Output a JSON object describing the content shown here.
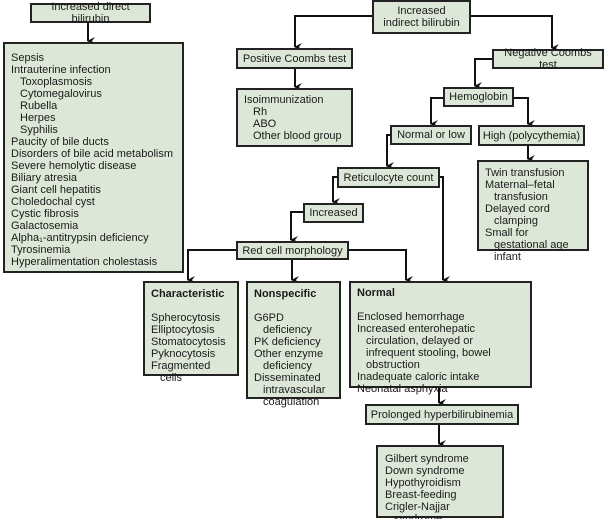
{
  "colors": {
    "box_fill": "#dde7d7",
    "border": "#222222"
  },
  "nodes": {
    "direct": "Increased direct bilirubin",
    "indirect": "Increased indirect bilirubin",
    "pos_coombs": "Positive Coombs test",
    "neg_coombs": "Negative Coombs test",
    "hemoglobin": "Hemoglobin",
    "normal_low": "Normal or low",
    "high": "High (polycythemia)",
    "retic": "Reticulocyte count",
    "increased": "Increased",
    "red_cell": "Red cell morphology",
    "prolonged": "Prolonged hyperbilirubinemia"
  },
  "lists": {
    "direct_causes": {
      "heading": "",
      "items": [
        {
          "text": "Sepsis"
        },
        {
          "text": "Intrauterine infection",
          "sub": [
            "Toxoplasmosis",
            "Cytomegalovirus",
            "Rubella",
            "Herpes",
            "Syphilis"
          ]
        },
        {
          "text": "Paucity of bile ducts"
        },
        {
          "text": "Disorders of bile acid metabolism"
        },
        {
          "text": "Severe hemolytic disease"
        },
        {
          "text": "Biliary atresia"
        },
        {
          "text": "Giant cell hepatitis"
        },
        {
          "text": "Choledochal cyst"
        },
        {
          "text": "Cystic fibrosis"
        },
        {
          "text": "Galactosemia"
        },
        {
          "text": "Alpha₁-antitrypsin deficiency"
        },
        {
          "text": "Tyrosinemia"
        },
        {
          "text": "Hyperalimentation cholestasis"
        }
      ]
    },
    "isoimmunization": {
      "heading": "",
      "items": [
        {
          "text": "Isoimmunization",
          "sub": [
            "Rh",
            "ABO",
            "Other blood group"
          ]
        }
      ]
    },
    "polycythemia": {
      "heading": "",
      "items": [
        {
          "text": "Twin transfusion"
        },
        {
          "text": "Maternal–fetal transfusion"
        },
        {
          "text": "Delayed cord clamping"
        },
        {
          "text": "Small for gestational age infant"
        }
      ]
    },
    "characteristic": {
      "heading": "Characteristic",
      "items": [
        {
          "text": "Spherocytosis"
        },
        {
          "text": "Elliptocytosis"
        },
        {
          "text": "Stomatocytosis"
        },
        {
          "text": "Pyknocytosis"
        },
        {
          "text": "Fragmented cells"
        }
      ]
    },
    "nonspecific": {
      "heading": "Nonspecific",
      "items": [
        {
          "text": "G6PD deficiency"
        },
        {
          "text": "PK deficiency"
        },
        {
          "text": "Other enzyme deficiency"
        },
        {
          "text": "Disseminated intravascular coagulation"
        }
      ]
    },
    "normal": {
      "heading": "Normal",
      "items": [
        {
          "text": "Enclosed hemorrhage"
        },
        {
          "text": "Increased enterohepatic circulation, delayed or infrequent stooling, bowel obstruction"
        },
        {
          "text": "Inadequate caloric intake"
        },
        {
          "text": "Neonatal asphyxia"
        }
      ]
    },
    "prolonged_causes": {
      "heading": "",
      "items": [
        {
          "text": "Gilbert syndrome"
        },
        {
          "text": "Down syndrome"
        },
        {
          "text": "Hypothyroidism"
        },
        {
          "text": "Breast-feeding"
        },
        {
          "text": "Crigler-Najjar syndrome"
        }
      ]
    }
  }
}
